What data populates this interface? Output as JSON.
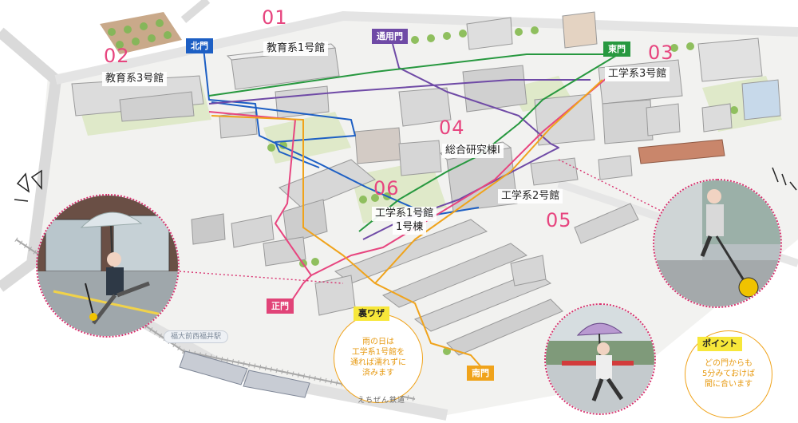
{
  "buildings": {
    "b01": {
      "number": "01",
      "name": "教育系1号館"
    },
    "b02": {
      "number": "02",
      "name": "教育系3号館"
    },
    "b03": {
      "number": "03",
      "name": "工学系3号館"
    },
    "b04": {
      "number": "04",
      "name": "総合研究棟Ⅰ"
    },
    "b05": {
      "number": "05",
      "name": "工学系2号館"
    },
    "b06": {
      "number": "06",
      "name": "工学系1号館",
      "name2": "1号棟"
    }
  },
  "gates": {
    "north": "北門",
    "tsuyo": "通用門",
    "east": "東門",
    "main": "正門",
    "south": "南門"
  },
  "route_colors": {
    "north": "#1d5fc4",
    "tsuyo": "#6f4aa6",
    "east": "#27983f",
    "main": "#e7457f",
    "south": "#f0a31b",
    "gate_main": "#e14478"
  },
  "tips": {
    "ura_waza_tag": "裏ワザ",
    "ura_waza_text": [
      "雨の日は",
      "工学系1号館を",
      "通れば濡れずに",
      "済みます"
    ],
    "point_tag": "ポイント",
    "point_text": [
      "どの門からも",
      "5分みておけば",
      "間に合います"
    ]
  },
  "station": "福大前西福井駅",
  "railway": "えちぜん鉄道"
}
